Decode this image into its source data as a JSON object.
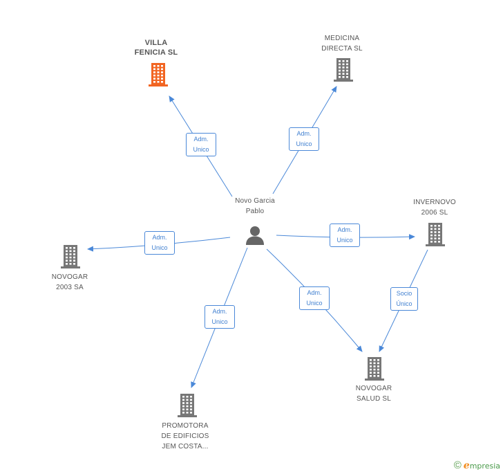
{
  "center": {
    "label": "Novo Garcia\nPablo",
    "icon": "person-icon"
  },
  "companies": [
    {
      "id": "villa",
      "label": "VILLA\nFENICIA SL",
      "highlight": true,
      "color": "#f26522",
      "icon": "building-icon"
    },
    {
      "id": "medicina",
      "label": "MEDICINA\nDIRECTA  SL",
      "color": "#777777",
      "icon": "building-icon"
    },
    {
      "id": "invernovo",
      "label": "INVERNOVO\n2006 SL",
      "color": "#777777",
      "icon": "building-icon"
    },
    {
      "id": "novogar2003",
      "label": "NOVOGAR\n2003 SA",
      "color": "#777777",
      "icon": "building-icon"
    },
    {
      "id": "promotora",
      "label": "PROMOTORA\nDE EDIFICIOS\nJEM COSTA...",
      "color": "#777777",
      "icon": "building-icon"
    },
    {
      "id": "salud",
      "label": "NOVOGAR\nSALUD SL",
      "color": "#777777",
      "icon": "building-icon"
    }
  ],
  "edges": [
    {
      "from": "center",
      "to": "villa",
      "label": "Adm.\nUnico"
    },
    {
      "from": "center",
      "to": "medicina",
      "label": "Adm.\nUnico"
    },
    {
      "from": "center",
      "to": "invernovo",
      "label": "Adm.\nUnico"
    },
    {
      "from": "center",
      "to": "novogar2003",
      "label": "Adm.\nUnico"
    },
    {
      "from": "center",
      "to": "promotora",
      "label": "Adm.\nUnico"
    },
    {
      "from": "center",
      "to": "salud",
      "label": "Adm.\nUnico"
    },
    {
      "from": "invernovo",
      "to": "salud",
      "label": "Socio\nÚnico"
    }
  ],
  "colors": {
    "edge": "#4a88d8",
    "person": "#666666"
  },
  "footer": {
    "copyright": "©",
    "brand_first": "e",
    "brand_rest": "mpresia"
  }
}
